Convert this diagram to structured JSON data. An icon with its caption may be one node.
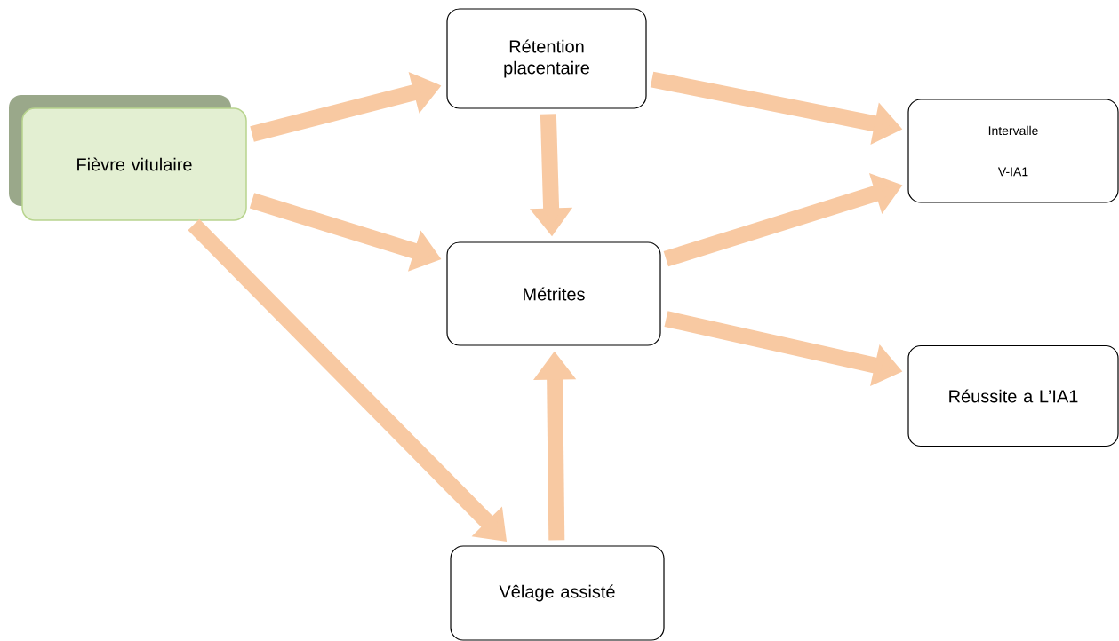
{
  "diagram": {
    "nodes": [
      {
        "text": [
          "Fièvre vitulaire"
        ]
      },
      {
        "text": [
          "Rétention placentaire"
        ]
      },
      {
        "text": [
          "Métrites"
        ]
      },
      {
        "text": [
          "Intervalle V-IA1"
        ]
      },
      {
        "text": [
          "Réussite a L’IA1"
        ]
      },
      {
        "text": [
          "Vêlage assisté"
        ]
      }
    ],
    "edges": [
      {
        "from": 0,
        "to": 1,
        "arrow": "to"
      },
      {
        "from": 0,
        "to": 2,
        "arrow": "to"
      },
      {
        "from": 0,
        "to": 5,
        "arrow": "to"
      },
      {
        "from": 1,
        "to": 2,
        "arrow": "to"
      },
      {
        "from": 1,
        "to": 3,
        "arrow": "to"
      },
      {
        "from": 2,
        "to": 3,
        "arrow": "to"
      },
      {
        "from": 2,
        "to": 4,
        "arrow": "to"
      },
      {
        "from": 5,
        "to": 2,
        "arrow": "to"
      }
    ]
  }
}
